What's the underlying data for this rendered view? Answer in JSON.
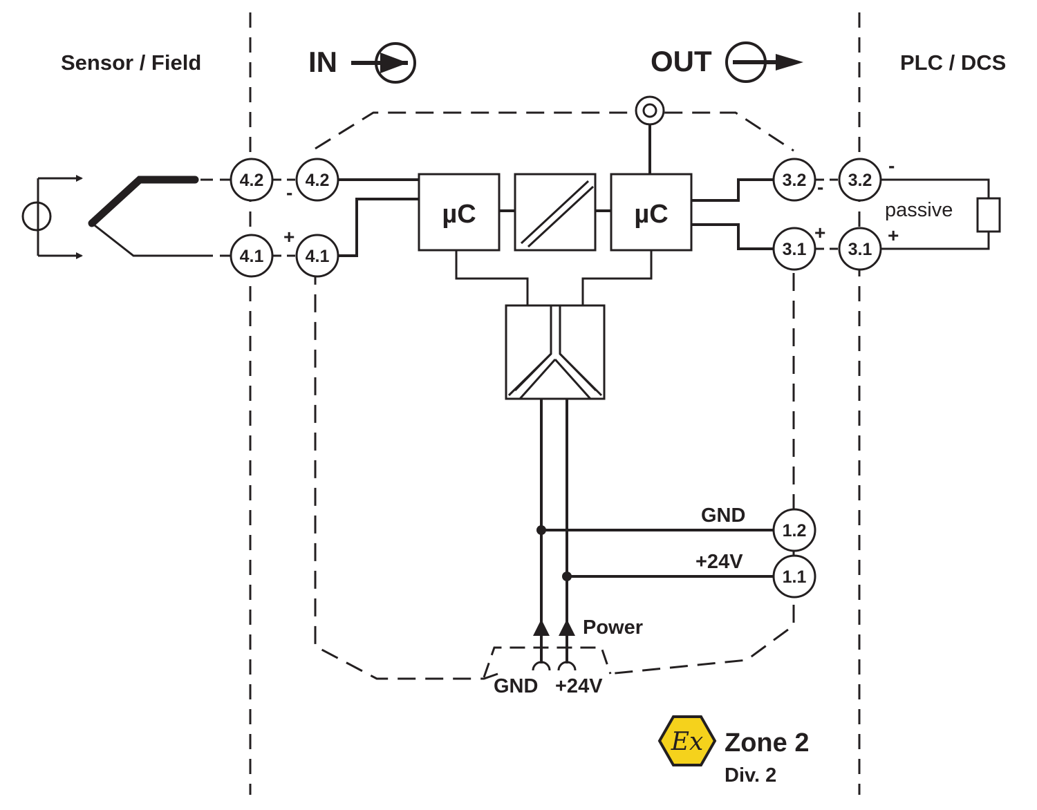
{
  "labels": {
    "sensor_field": "Sensor / Field",
    "in": "IN",
    "out": "OUT",
    "plc_dcs": "PLC / DCS",
    "uc_left": "µC",
    "uc_right": "µC",
    "passive": "passive",
    "gnd_right": "GND",
    "v24_right": "+24V",
    "power": "Power",
    "gnd_bottom": "GND",
    "v24_bottom": "+24V",
    "ex_symbol": "Ex",
    "zone": "Zone 2",
    "div": "Div. 2",
    "minus_in": "-",
    "plus_in": "+",
    "minus_out": "-",
    "plus_out": "+",
    "minus_plc": "-",
    "plus_plc": "+"
  },
  "terminals": {
    "field_42": "4.2",
    "field_41": "4.1",
    "in_42": "4.2",
    "in_41": "4.1",
    "out_32": "3.2",
    "out_31": "3.1",
    "plc_32": "3.2",
    "plc_31": "3.1",
    "pwr_12": "1.2",
    "pwr_11": "1.1"
  },
  "colors": {
    "line": "#231f20",
    "ex_yellow": "#f5d21c"
  }
}
